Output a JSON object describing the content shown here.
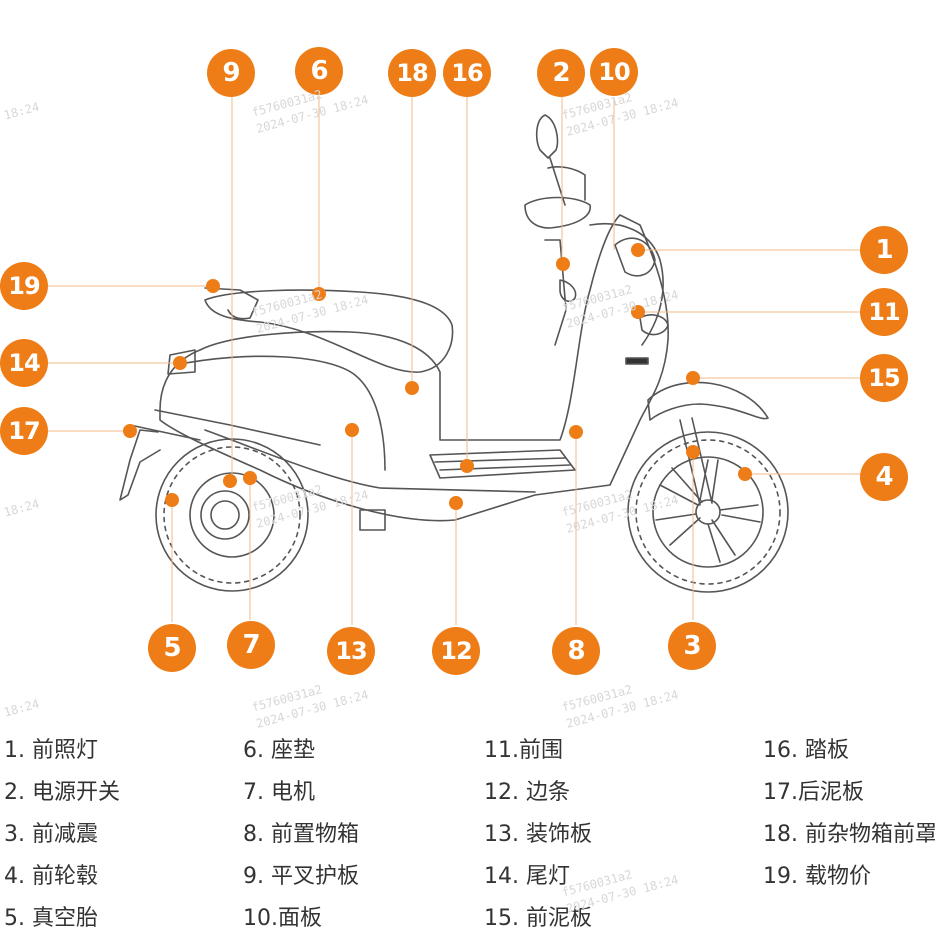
{
  "callouts": [
    "9",
    "6",
    "18",
    "16",
    "2",
    "10",
    "1",
    "11",
    "19",
    "14",
    "15",
    "17",
    "4",
    "5",
    "7",
    "13",
    "12",
    "8",
    "3"
  ],
  "legend": [
    "1. 前照灯",
    "2. 电源开关",
    "3. 前减震",
    "4. 前轮毂",
    "5. 真空胎",
    "6. 座垫",
    "7. 电机",
    "8. 前置物箱",
    "9. 平叉护板",
    "10.面板",
    "11.前围",
    "12. 边条",
    "13. 装饰板",
    "14. 尾灯",
    "15. 前泥板",
    "16. 踏板",
    "17.后泥板",
    "18. 前杂物箱前罩",
    "19. 载物价"
  ],
  "watermark": {
    "line1": "f5760031a2",
    "line2": "2024-07-30 18:24",
    "line2_short": "18:24"
  },
  "colors": {
    "accent": "#ee7d17",
    "leader": "#f3b98a",
    "outline": "#555555"
  }
}
